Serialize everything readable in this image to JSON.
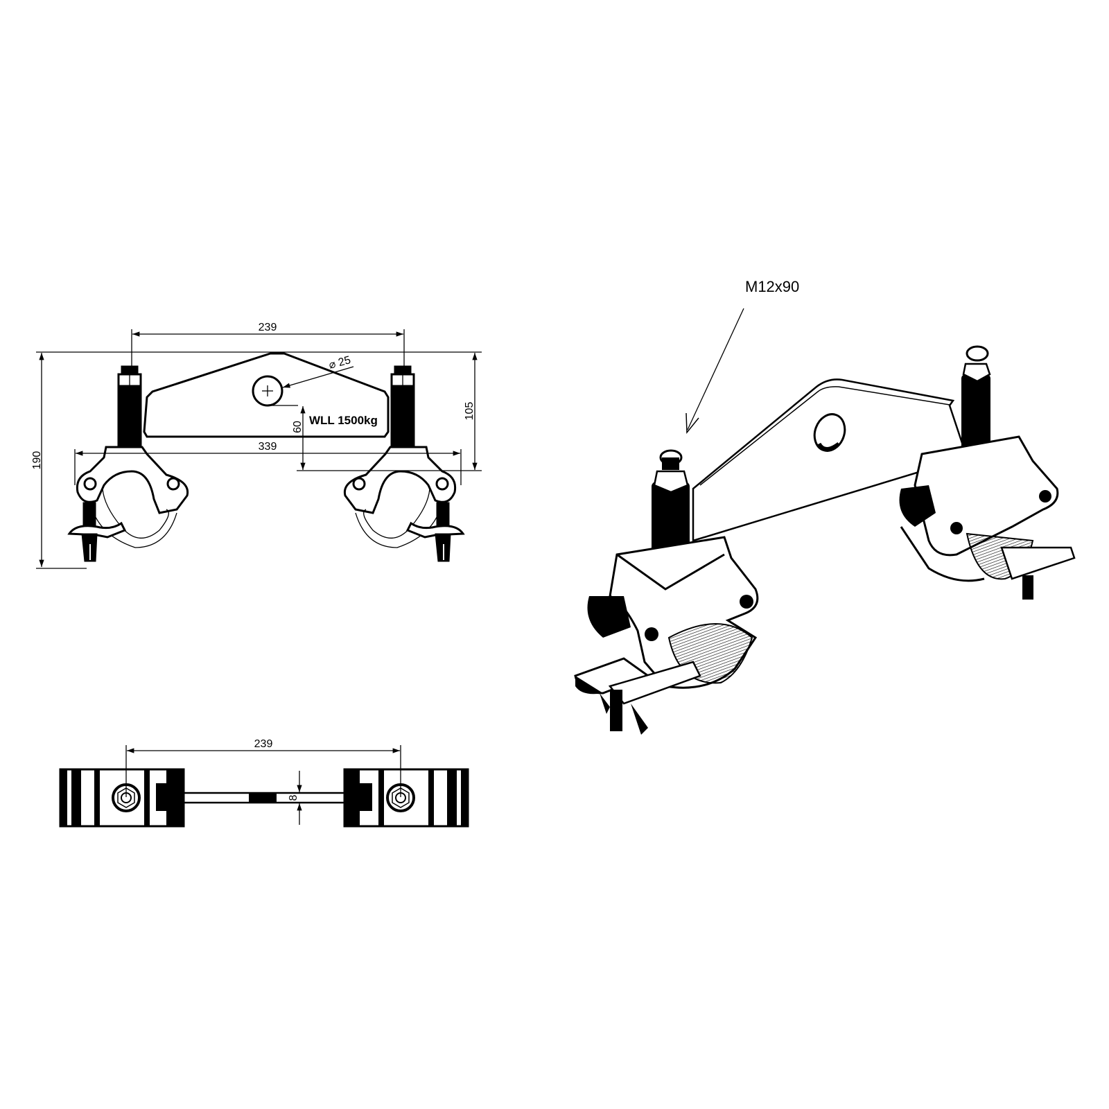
{
  "drawing": {
    "background": "#ffffff",
    "ink_color": "#000000",
    "front_view": {
      "dimensions": {
        "bolt_spacing": "239",
        "overall_width": "339",
        "overall_height": "190",
        "upper_height": "105",
        "hole_height": "60",
        "hole_diameter": "⌀ 25"
      },
      "load_rating": "WLL 1500kg"
    },
    "top_view": {
      "dimensions": {
        "bolt_spacing": "239",
        "plate_thickness": "8"
      }
    },
    "isometric_view": {
      "callout": "M12x90"
    }
  }
}
